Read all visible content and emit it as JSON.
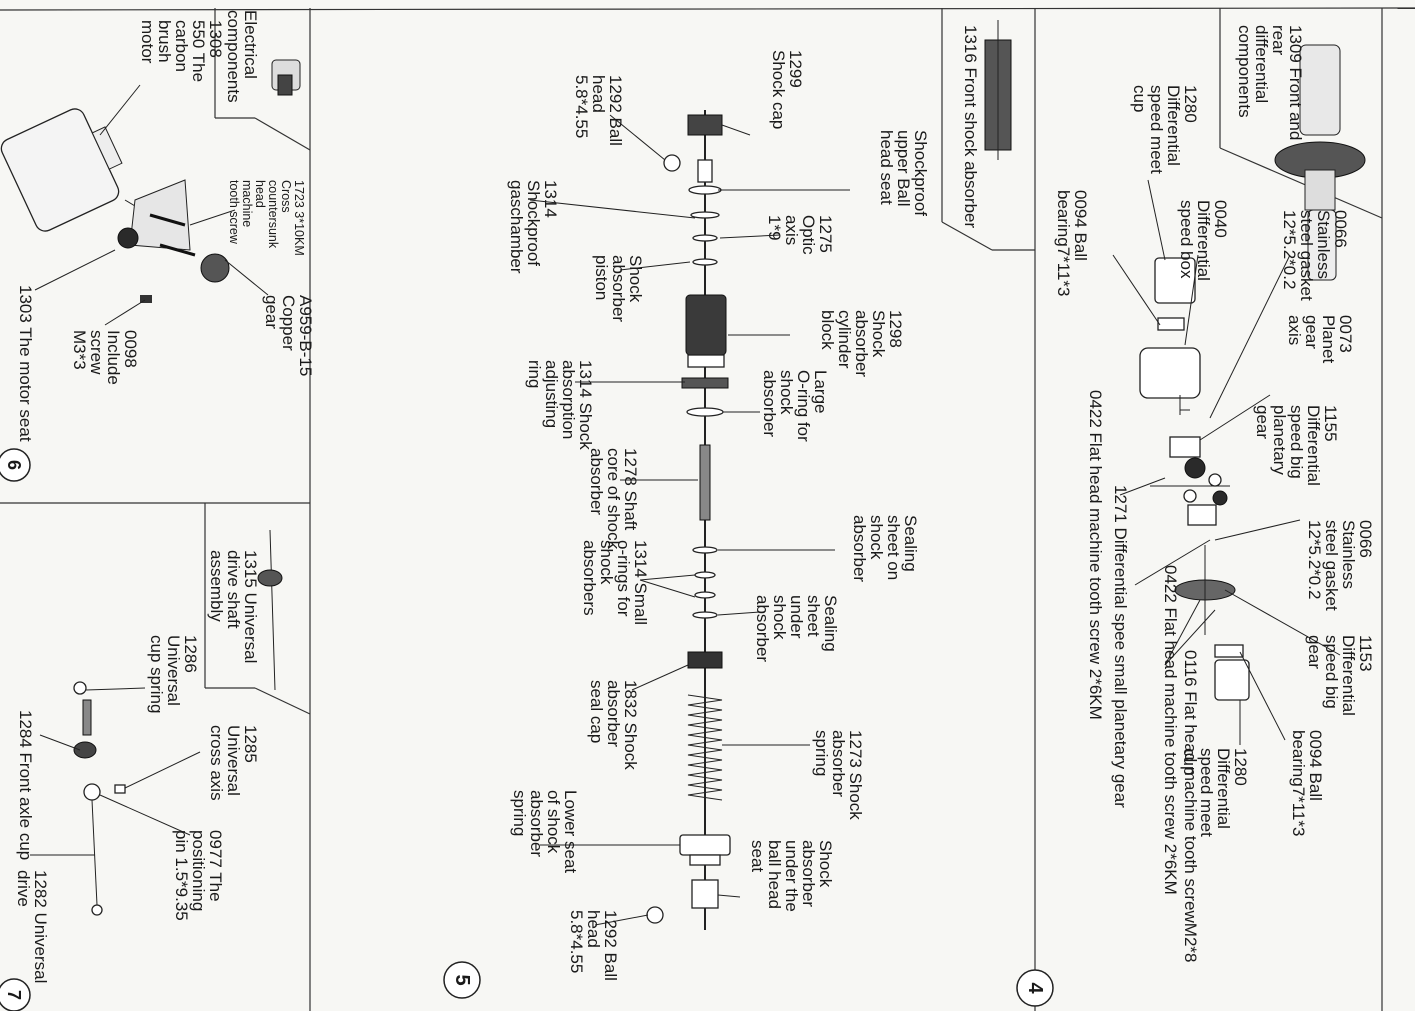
{
  "sections": {
    "s4": {
      "step_number": "4",
      "header": "1309 Front and rear differential components",
      "labels": [
        {
          "id": "diff_cup",
          "text": "1280 Differential speed meet cup"
        },
        {
          "id": "diff_box",
          "text": "0040 Differential speed box"
        },
        {
          "id": "bb1",
          "text": "0094 Ball bearing7*11*3"
        },
        {
          "id": "gasket1",
          "text": "0066 Stainless steel gasket 12*5.2*0.2"
        },
        {
          "id": "planet_axis",
          "text": "0073 Planet gear axis"
        },
        {
          "id": "big_planet",
          "text": "1155 Differential speed big planetary gear"
        },
        {
          "id": "screw1",
          "text": "0422 Flat head machine tooth screw 2*6KM"
        },
        {
          "id": "gasket2",
          "text": "0066 Stainless steel gasket 12*5.2*0.2"
        },
        {
          "id": "small_planet",
          "text": "1271 Differential spee small planetary gear"
        },
        {
          "id": "screw2",
          "text": "0422 Flat head machine tooth screw 2*6KM"
        },
        {
          "id": "screw3",
          "text": "0116 Flat head machine tooth screwM2*8"
        },
        {
          "id": "big_gear",
          "text": "1153 Differential speed big gear"
        },
        {
          "id": "bb2",
          "text": "0094 Ball bearing7*11*3"
        },
        {
          "id": "diff_cup2",
          "text": "1280 Differential speed meet cup"
        }
      ]
    },
    "s5": {
      "step_number": "5",
      "header": "1316 Front shock absorber",
      "labels": [
        {
          "id": "cap",
          "text": "1299 Shock cap"
        },
        {
          "id": "ball1",
          "text": "1292 Ball head 5.8*4.55"
        },
        {
          "id": "upper_seat",
          "text": "Shockproof upper Ball head seat"
        },
        {
          "id": "gaschamber",
          "text": "1314 Shockproof gaschamber"
        },
        {
          "id": "optic",
          "text": "1275 Optic axis 1*9"
        },
        {
          "id": "piston",
          "text": "Shock absorber piston"
        },
        {
          "id": "cylinder",
          "text": "1298 Shock absorber cylinder block"
        },
        {
          "id": "adj_ring",
          "text": "1314 Shock absorption adjusting ring"
        },
        {
          "id": "oring",
          "text": "Large O-ring for shock absorber"
        },
        {
          "id": "shaft",
          "text": "1278 Shaft core of shock absorber"
        },
        {
          "id": "seal_on",
          "text": "Sealing sheet on shock absorber"
        },
        {
          "id": "small_orings",
          "text": "1314 Small o-rings for shock absorbers"
        },
        {
          "id": "seal_under",
          "text": "Sealing sheet under shock absorber"
        },
        {
          "id": "seal_cap",
          "text": "1832 Shock absorber seal cap"
        },
        {
          "id": "spring",
          "text": "1273 Shock absorber spring"
        },
        {
          "id": "lower_seat",
          "text": "Lower seat of shock absorber spring"
        },
        {
          "id": "under_ball",
          "text": "Shock absorber under the ball head seat"
        },
        {
          "id": "ball2",
          "text": "1292 Ball head 5.8*4.55"
        }
      ]
    },
    "s6": {
      "step_number": "6",
      "header": "Electrical components",
      "labels": [
        {
          "id": "motor",
          "text": "1308 550 The carbon brush motor"
        },
        {
          "id": "screw",
          "text": "1723 3*10KM Cross countersunk head machine tooth screw"
        },
        {
          "id": "gear",
          "text": "A959-B-15 Copper gear"
        },
        {
          "id": "screw2",
          "text": "0098 Include screw M3*3"
        },
        {
          "id": "seat",
          "text": "1303 The motor seat"
        }
      ]
    },
    "s7": {
      "step_number": "7",
      "header": "1315 Universal drive shaft assembly",
      "labels": [
        {
          "id": "spring",
          "text": "1286 Universal cup spring"
        },
        {
          "id": "cross",
          "text": "1285 Universal cross axis"
        },
        {
          "id": "pin",
          "text": "0977 The positioning pin 1.5*9.35"
        },
        {
          "id": "cup",
          "text": "1284 Front axle cup"
        },
        {
          "id": "drive",
          "text": "1282 Universal drive"
        }
      ]
    }
  }
}
